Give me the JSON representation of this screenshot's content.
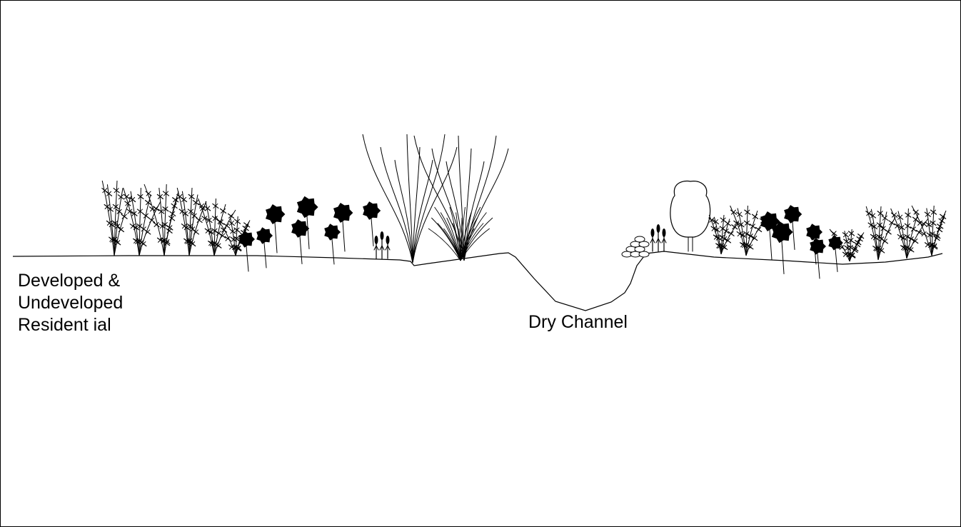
{
  "labels": {
    "left_zone": [
      "Developed &",
      "Undeveloped",
      "Resident ial"
    ],
    "channel": "Dry Channel"
  },
  "colors": {
    "ink": "#000000",
    "paper": "#ffffff"
  },
  "icons": {
    "shrub": "thorny-shrub-icon",
    "flower": "dark-flower-cluster-icon",
    "bulb": "bulb-plant-icon",
    "branch": "tall-branches-icon",
    "grass": "grass-tuft-icon",
    "tree": "deciduous-tree-icon",
    "rock": "rock-pile-icon"
  }
}
